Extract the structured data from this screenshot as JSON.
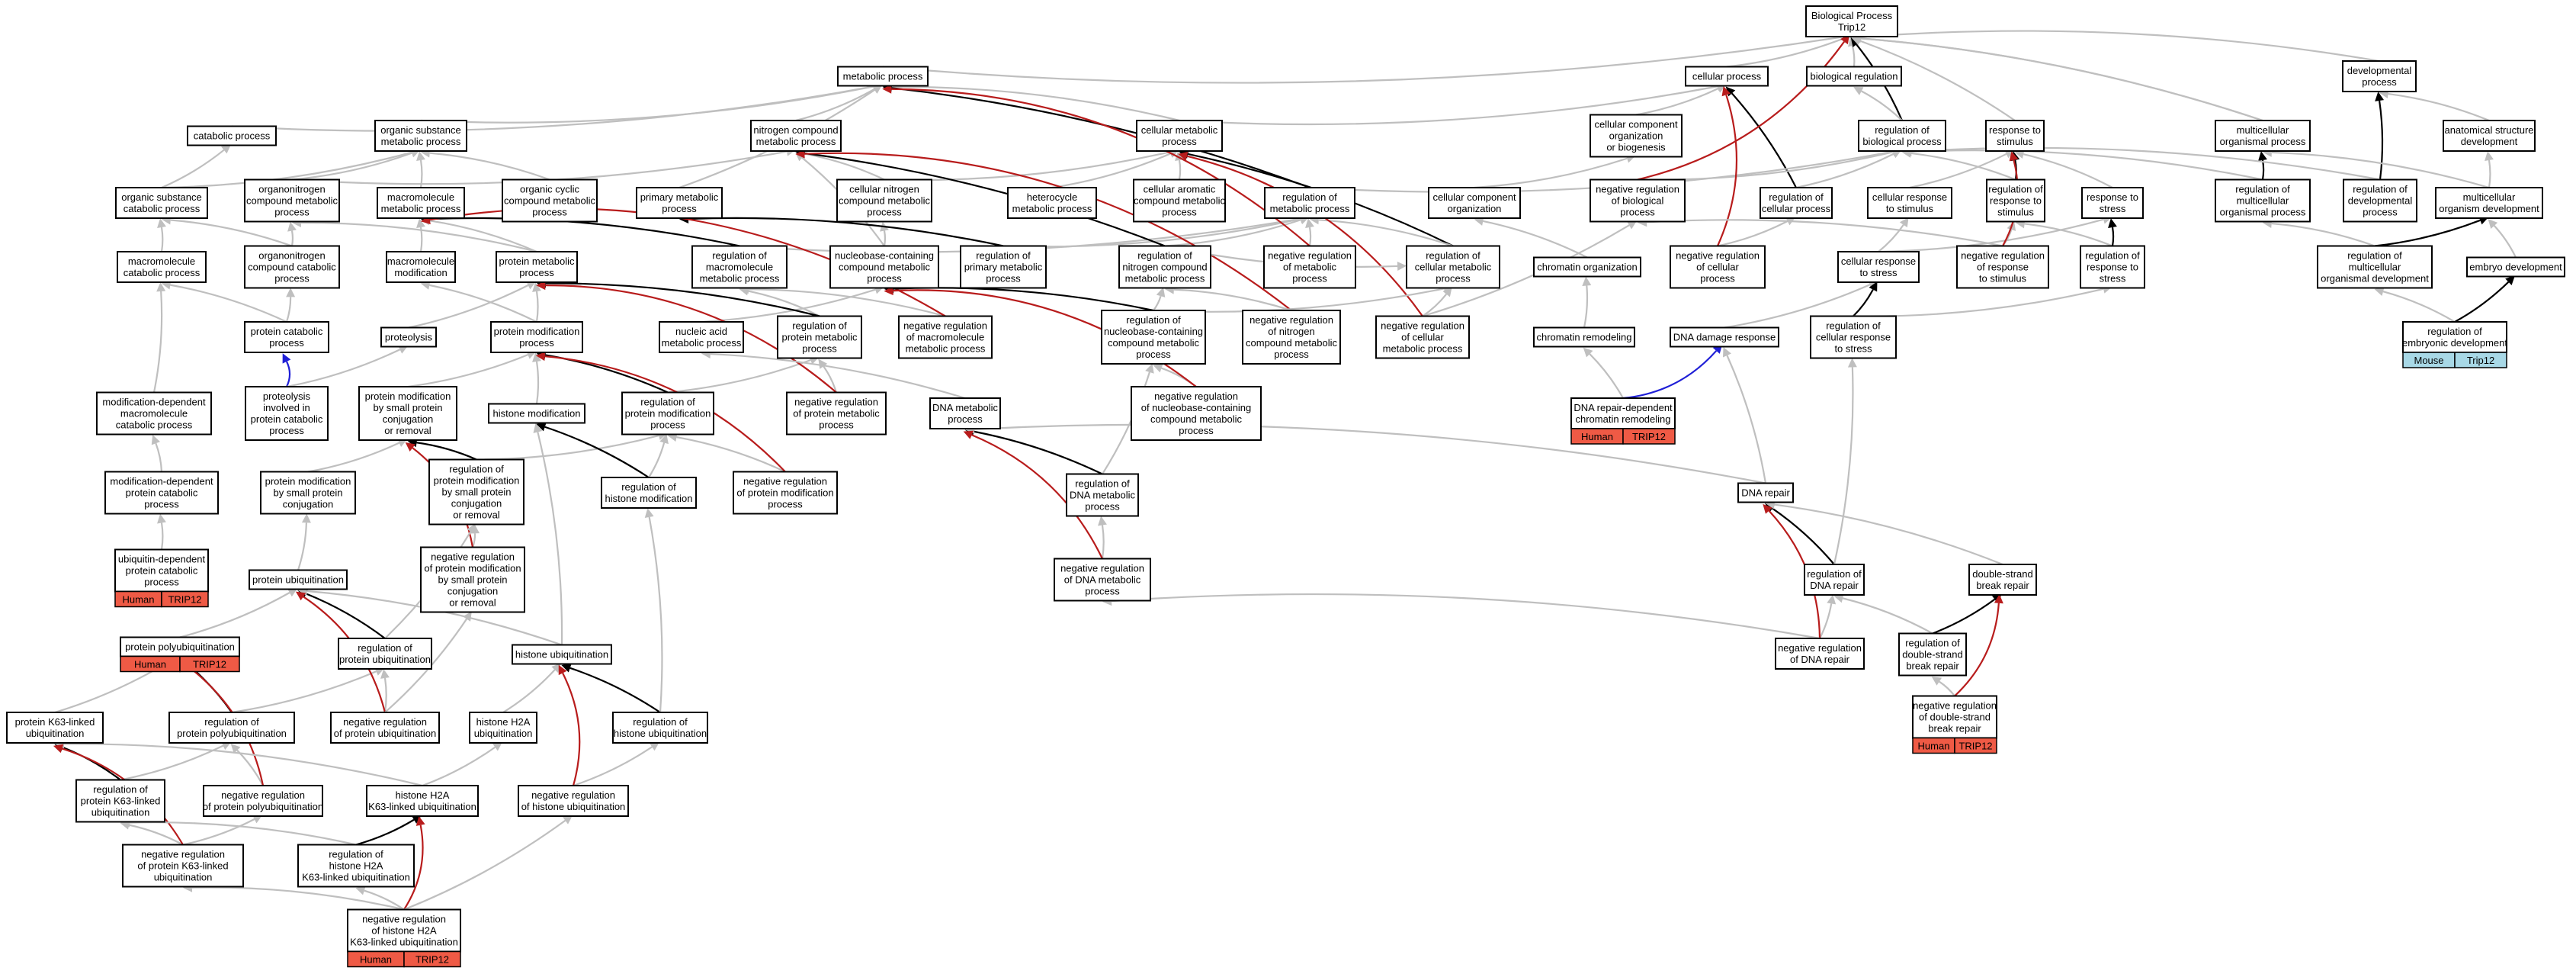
{
  "graph": {
    "nodes": [
      {
        "id": "bp",
        "lines": [
          "Biological Process",
          "Trip12"
        ]
      },
      {
        "id": "metabolic",
        "lines": [
          "metabolic process"
        ]
      },
      {
        "id": "cellular",
        "lines": [
          "cellular process"
        ]
      },
      {
        "id": "bioreg",
        "lines": [
          "biological regulation"
        ]
      },
      {
        "id": "devproc",
        "lines": [
          "developmental",
          "process"
        ]
      },
      {
        "id": "catabolic",
        "lines": [
          "catabolic process"
        ]
      },
      {
        "id": "orgsub",
        "lines": [
          "organic substance",
          "metabolic process"
        ]
      },
      {
        "id": "nitrogen",
        "lines": [
          "nitrogen compound",
          "metabolic process"
        ]
      },
      {
        "id": "cellmeta",
        "lines": [
          "cellular metabolic",
          "process"
        ]
      },
      {
        "id": "ccob",
        "lines": [
          "cellular component",
          "organization",
          "or biogenesis"
        ]
      },
      {
        "id": "regbio",
        "lines": [
          "regulation of",
          "biological process"
        ]
      },
      {
        "id": "resp",
        "lines": [
          "response to",
          "stimulus"
        ]
      },
      {
        "id": "multiorg",
        "lines": [
          "multicellular",
          "organismal process"
        ]
      },
      {
        "id": "anat",
        "lines": [
          "anatomical structure",
          "development"
        ]
      },
      {
        "id": "orgsubcat",
        "lines": [
          "organic substance",
          "catabolic process"
        ]
      },
      {
        "id": "organonit",
        "lines": [
          "organonitrogen",
          "compound metabolic",
          "process"
        ]
      },
      {
        "id": "macro",
        "lines": [
          "macromolecule",
          "metabolic process"
        ]
      },
      {
        "id": "orgcyclic",
        "lines": [
          "organic cyclic",
          "compound metabolic",
          "process"
        ]
      },
      {
        "id": "primary",
        "lines": [
          "primary metabolic",
          "process"
        ]
      },
      {
        "id": "cellnit",
        "lines": [
          "cellular nitrogen",
          "compound metabolic",
          "process"
        ]
      },
      {
        "id": "hetero",
        "lines": [
          "heterocycle",
          "metabolic process"
        ]
      },
      {
        "id": "cellarom",
        "lines": [
          "cellular aromatic",
          "compound metabolic",
          "process"
        ]
      },
      {
        "id": "regmeta",
        "lines": [
          "regulation of",
          "metabolic process"
        ]
      },
      {
        "id": "ccorg",
        "lines": [
          "cellular component",
          "organization"
        ]
      },
      {
        "id": "negregbio",
        "lines": [
          "negative regulation",
          "of biological",
          "process"
        ]
      },
      {
        "id": "regcell",
        "lines": [
          "regulation of",
          "cellular process"
        ]
      },
      {
        "id": "cellresp",
        "lines": [
          "cellular response",
          "to stimulus"
        ]
      },
      {
        "id": "regresp",
        "lines": [
          "regulation of",
          "response to",
          "stimulus"
        ]
      },
      {
        "id": "respstress",
        "lines": [
          "response to",
          "stress"
        ]
      },
      {
        "id": "regmulti",
        "lines": [
          "regulation of",
          "multicellular",
          "organismal process"
        ]
      },
      {
        "id": "regdev",
        "lines": [
          "regulation of",
          "developmental",
          "process"
        ]
      },
      {
        "id": "multidev",
        "lines": [
          "multicellular",
          "organism development"
        ]
      },
      {
        "id": "macrocat",
        "lines": [
          "macromolecule",
          "catabolic process"
        ]
      },
      {
        "id": "organocat",
        "lines": [
          "organonitrogen",
          "compound catabolic",
          "process"
        ]
      },
      {
        "id": "macromod",
        "lines": [
          "macromolecule",
          "modification"
        ]
      },
      {
        "id": "protmeta",
        "lines": [
          "protein metabolic",
          "process"
        ]
      },
      {
        "id": "regmacro",
        "lines": [
          "regulation of",
          "macromolecule",
          "metabolic process"
        ]
      },
      {
        "id": "nucleobase",
        "lines": [
          "nucleobase-containing",
          "compound metabolic",
          "process"
        ]
      },
      {
        "id": "regprimary",
        "lines": [
          "regulation of",
          "primary metabolic",
          "process"
        ]
      },
      {
        "id": "regnit",
        "lines": [
          "regulation of",
          "nitrogen compound",
          "metabolic process"
        ]
      },
      {
        "id": "negregmeta",
        "lines": [
          "negative regulation",
          "of metabolic",
          "process"
        ]
      },
      {
        "id": "regcellmeta",
        "lines": [
          "regulation of",
          "cellular metabolic",
          "process"
        ]
      },
      {
        "id": "chromorg",
        "lines": [
          "chromatin organization"
        ]
      },
      {
        "id": "negregcell",
        "lines": [
          "negative regulation",
          "of cellular",
          "process"
        ]
      },
      {
        "id": "cellrespstress",
        "lines": [
          "cellular response",
          "to stress"
        ]
      },
      {
        "id": "negregresp",
        "lines": [
          "negative regulation",
          "of response",
          "to stimulus"
        ]
      },
      {
        "id": "regrespstress",
        "lines": [
          "regulation of",
          "response to",
          "stress"
        ]
      },
      {
        "id": "regmultidev",
        "lines": [
          "regulation of",
          "multicellular",
          "organismal development"
        ]
      },
      {
        "id": "embryo",
        "lines": [
          "embryo development"
        ]
      },
      {
        "id": "protcat",
        "lines": [
          "protein catabolic",
          "process"
        ]
      },
      {
        "id": "proteolysis",
        "lines": [
          "proteolysis"
        ]
      },
      {
        "id": "protmod",
        "lines": [
          "protein modification",
          "process"
        ]
      },
      {
        "id": "nucacid",
        "lines": [
          "nucleic acid",
          "metabolic process"
        ]
      },
      {
        "id": "regprotmeta",
        "lines": [
          "regulation of",
          "protein metabolic",
          "process"
        ]
      },
      {
        "id": "negregmacro",
        "lines": [
          "negative regulation",
          "of macromolecule",
          "metabolic process"
        ]
      },
      {
        "id": "regnucleo",
        "lines": [
          "regulation of",
          "nucleobase-containing",
          "compound metabolic",
          "process"
        ]
      },
      {
        "id": "negregnit",
        "lines": [
          "negative regulation",
          "of nitrogen",
          "compound metabolic",
          "process"
        ]
      },
      {
        "id": "negregcellmeta",
        "lines": [
          "negative regulation",
          "of cellular",
          "metabolic process"
        ]
      },
      {
        "id": "chromremod",
        "lines": [
          "chromatin remodeling"
        ]
      },
      {
        "id": "dnadamage",
        "lines": [
          "DNA damage response"
        ]
      },
      {
        "id": "regcellrespstress",
        "lines": [
          "regulation of",
          "cellular response",
          "to stress"
        ]
      },
      {
        "id": "regembryo",
        "lines": [
          "regulation of",
          "embryonic development"
        ]
      },
      {
        "id": "proteolysiscat",
        "lines": [
          "proteolysis",
          "involved in",
          "protein catabolic",
          "process"
        ]
      },
      {
        "id": "protmodsmall",
        "lines": [
          "protein modification",
          "by small protein",
          "conjugation",
          "or removal"
        ]
      },
      {
        "id": "histonemod",
        "lines": [
          "histone modification"
        ]
      },
      {
        "id": "regprotmod",
        "lines": [
          "regulation of",
          "protein modification",
          "process"
        ]
      },
      {
        "id": "negregprotmeta",
        "lines": [
          "negative regulation",
          "of protein metabolic",
          "process"
        ]
      },
      {
        "id": "dnameta",
        "lines": [
          "DNA metabolic",
          "process"
        ]
      },
      {
        "id": "negregnucleo",
        "lines": [
          "negative regulation",
          "of nucleobase-containing",
          "compound metabolic",
          "process"
        ]
      },
      {
        "id": "dnarepairchrom",
        "lines": [
          "DNA repair-dependent",
          "chromatin remodeling"
        ]
      },
      {
        "id": "moddepcat",
        "lines": [
          "modification-dependent",
          "macromolecule",
          "catabolic process"
        ]
      },
      {
        "id": "regprotmodsmall",
        "lines": [
          "regulation of",
          "protein modification",
          "by small protein",
          "conjugation",
          "or removal"
        ]
      },
      {
        "id": "regdnameta",
        "lines": [
          "regulation of",
          "DNA metabolic",
          "process"
        ]
      },
      {
        "id": "protmodconj",
        "lines": [
          "protein modification",
          "by small protein",
          "conjugation"
        ]
      },
      {
        "id": "reghistonemod",
        "lines": [
          "regulation of",
          "histone modification"
        ]
      },
      {
        "id": "negregprotmod",
        "lines": [
          "negative regulation",
          "of protein modification",
          "process"
        ]
      },
      {
        "id": "dnarepair",
        "lines": [
          "DNA repair"
        ]
      },
      {
        "id": "moddepprotcat",
        "lines": [
          "modification-dependent",
          "protein catabolic",
          "process"
        ]
      },
      {
        "id": "negregprotmodsmall",
        "lines": [
          "negative regulation",
          "of protein modification",
          "by small protein",
          "conjugation",
          "or removal"
        ]
      },
      {
        "id": "negregdnameta",
        "lines": [
          "negative regulation",
          "of DNA metabolic",
          "process"
        ]
      },
      {
        "id": "ubiqdep",
        "lines": [
          "ubiquitin-dependent",
          "protein catabolic",
          "process"
        ]
      },
      {
        "id": "protubiq",
        "lines": [
          "protein ubiquitination"
        ]
      },
      {
        "id": "regdnarepair",
        "lines": [
          "regulation of",
          "DNA repair"
        ]
      },
      {
        "id": "dsbrepair",
        "lines": [
          "double-strand",
          "break repair"
        ]
      },
      {
        "id": "protpolyubiq",
        "lines": [
          "protein polyubiquitination"
        ]
      },
      {
        "id": "regprotubiq",
        "lines": [
          "regulation of",
          "protein ubiquitination"
        ]
      },
      {
        "id": "histoneubiq",
        "lines": [
          "histone ubiquitination"
        ]
      },
      {
        "id": "negregdnarepair",
        "lines": [
          "negative regulation",
          "of DNA repair"
        ]
      },
      {
        "id": "regdsb",
        "lines": [
          "regulation of",
          "double-strand",
          "break repair"
        ]
      },
      {
        "id": "protk63",
        "lines": [
          "protein K63-linked",
          "ubiquitination"
        ]
      },
      {
        "id": "regpolyubiq",
        "lines": [
          "regulation of",
          "protein polyubiquitination"
        ]
      },
      {
        "id": "negregprotubiq",
        "lines": [
          "negative regulation",
          "of protein ubiquitination"
        ]
      },
      {
        "id": "h2aubiq",
        "lines": [
          "histone H2A",
          "ubiquitination"
        ]
      },
      {
        "id": "reghistoneubiq",
        "lines": [
          "regulation of",
          "histone ubiquitination"
        ]
      },
      {
        "id": "negregdsb",
        "lines": [
          "negative regulation",
          "of double-strand",
          "break repair"
        ]
      },
      {
        "id": "regk63",
        "lines": [
          "regulation of",
          "protein K63-linked",
          "ubiquitination"
        ]
      },
      {
        "id": "negregpolyubiq",
        "lines": [
          "negative regulation",
          "of protein polyubiquitination"
        ]
      },
      {
        "id": "h2ak63",
        "lines": [
          "histone H2A",
          "K63-linked ubiquitination"
        ]
      },
      {
        "id": "negreghistoneubiq",
        "lines": [
          "negative regulation",
          "of histone ubiquitination"
        ]
      },
      {
        "id": "negregk63",
        "lines": [
          "negative regulation",
          "of protein K63-linked",
          "ubiquitination"
        ]
      },
      {
        "id": "regh2ak63",
        "lines": [
          "regulation of",
          "histone H2A",
          "K63-linked ubiquitination"
        ]
      },
      {
        "id": "negregh2ak63",
        "lines": [
          "negative regulation",
          "of histone H2A",
          "K63-linked ubiquitination"
        ]
      }
    ],
    "annotations": [
      {
        "node": "ubiqdep",
        "species": "Human",
        "gene": "TRIP12",
        "color": "#ef5a45"
      },
      {
        "node": "protpolyubiq",
        "species": "Human",
        "gene": "TRIP12",
        "color": "#ef5a45"
      },
      {
        "node": "dnarepairchrom",
        "species": "Human",
        "gene": "TRIP12",
        "color": "#ef5a45"
      },
      {
        "node": "negregdsb",
        "species": "Human",
        "gene": "TRIP12",
        "color": "#ef5a45"
      },
      {
        "node": "negregh2ak63",
        "species": "Human",
        "gene": "TRIP12",
        "color": "#ef5a45"
      },
      {
        "node": "regembryo",
        "species": "Mouse",
        "gene": "Trip12",
        "color": "#a8d8e6"
      }
    ],
    "colors": {
      "is_a": "#bfbfbf",
      "part_of": "#000000",
      "negatively_regulates": "#b81c1c",
      "positively_regulates": "#1f1fd6"
    }
  }
}
